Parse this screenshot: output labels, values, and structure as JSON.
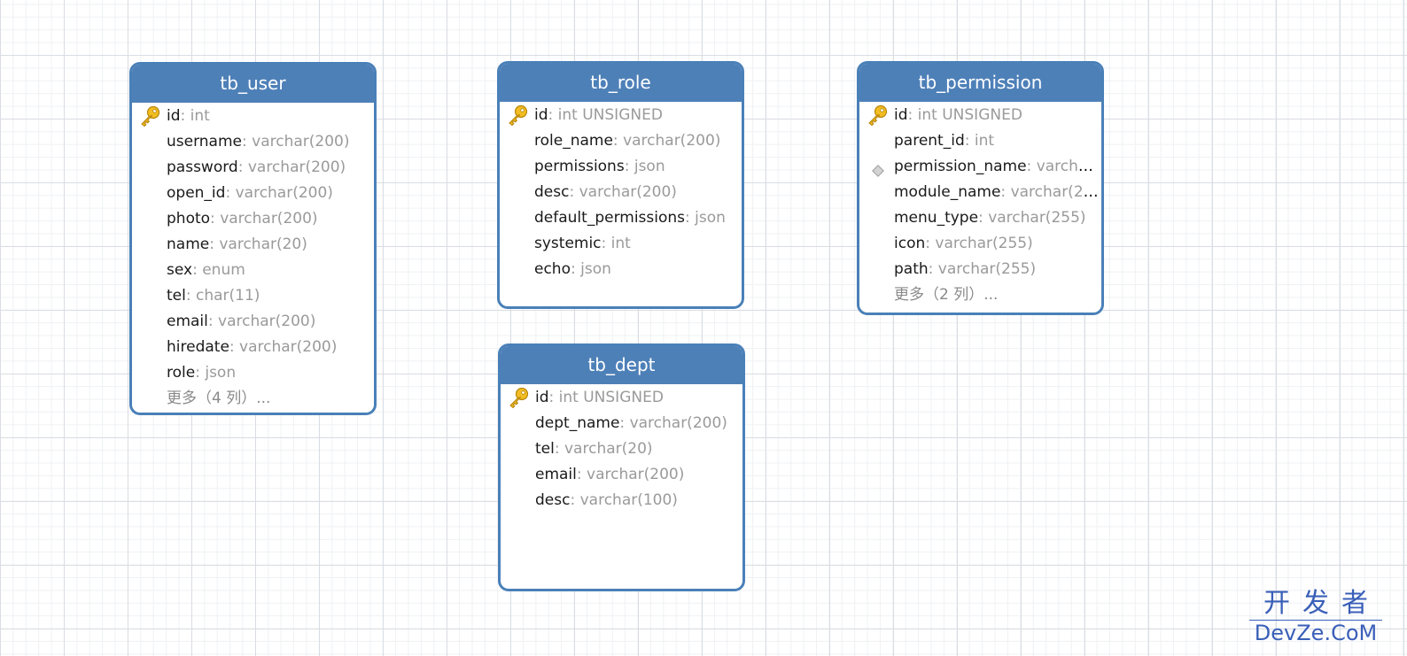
{
  "tables": {
    "tb_user": {
      "title": "tb_user",
      "fields": [
        {
          "name": "id",
          "type": "int",
          "pk": true
        },
        {
          "name": "username",
          "type": "varchar(200)"
        },
        {
          "name": "password",
          "type": "varchar(200)"
        },
        {
          "name": "open_id",
          "type": "varchar(200)"
        },
        {
          "name": "photo",
          "type": "varchar(200)"
        },
        {
          "name": "name",
          "type": "varchar(20)"
        },
        {
          "name": "sex",
          "type": "enum"
        },
        {
          "name": "tel",
          "type": "char(11)"
        },
        {
          "name": "email",
          "type": "varchar(200)"
        },
        {
          "name": "hiredate",
          "type": "varchar(200)"
        },
        {
          "name": "role",
          "type": "json"
        }
      ],
      "more": "更多（4 列）..."
    },
    "tb_role": {
      "title": "tb_role",
      "fields": [
        {
          "name": "id",
          "type": "int UNSIGNED",
          "pk": true
        },
        {
          "name": "role_name",
          "type": "varchar(200)"
        },
        {
          "name": "permissions",
          "type": "json"
        },
        {
          "name": "desc",
          "type": "varchar(200)"
        },
        {
          "name": "default_permissions",
          "type": "json"
        },
        {
          "name": "systemic",
          "type": "int"
        },
        {
          "name": "echo",
          "type": "json"
        }
      ]
    },
    "tb_dept": {
      "title": "tb_dept",
      "fields": [
        {
          "name": "id",
          "type": "int UNSIGNED",
          "pk": true
        },
        {
          "name": "dept_name",
          "type": "varchar(200)"
        },
        {
          "name": "tel",
          "type": "varchar(20)"
        },
        {
          "name": "email",
          "type": "varchar(200)"
        },
        {
          "name": "desc",
          "type": "varchar(100)"
        }
      ]
    },
    "tb_permission": {
      "title": "tb_permission",
      "fields": [
        {
          "name": "id",
          "type": "int UNSIGNED",
          "pk": true
        },
        {
          "name": "parent_id",
          "type": "int"
        },
        {
          "name": "permission_name",
          "type": "varchar...",
          "indexed": true
        },
        {
          "name": "module_name",
          "type": "varchar(25..."
        },
        {
          "name": "menu_type",
          "type": "varchar(255)"
        },
        {
          "name": "icon",
          "type": "varchar(255)"
        },
        {
          "name": "path",
          "type": "varchar(255)"
        }
      ],
      "more": "更多（2 列）..."
    }
  },
  "colors": {
    "header_bg": "#4e80b8",
    "border": "#4a80b8",
    "type_text": "#9a9a9a",
    "watermark": "#3a5fb8"
  },
  "icons": {
    "primary_key": "key-icon",
    "index": "diamond-icon"
  },
  "watermark": {
    "cn": "开发者",
    "en": "DevZe.CoM"
  }
}
